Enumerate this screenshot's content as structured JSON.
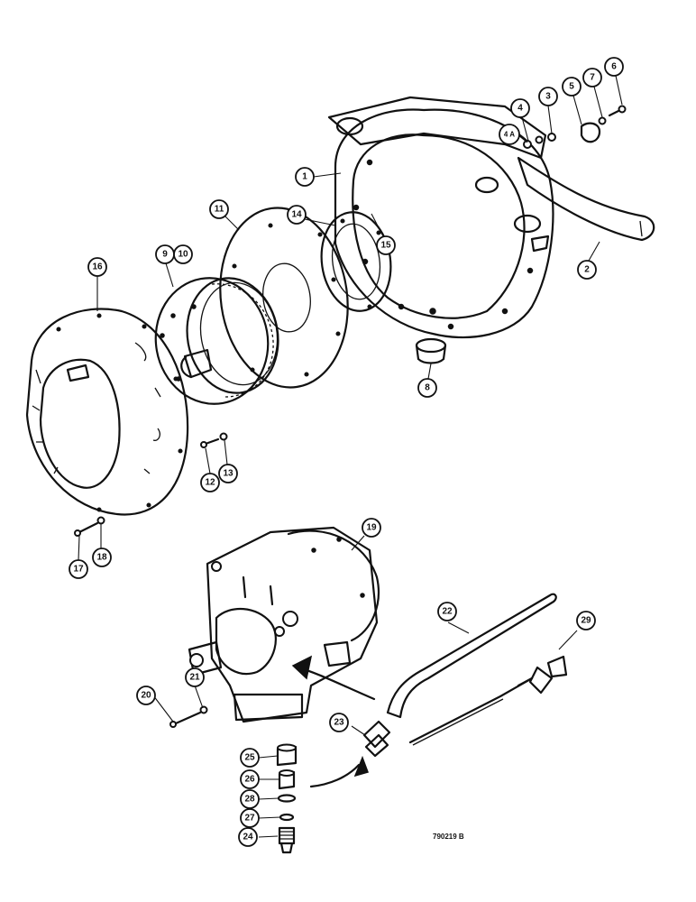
{
  "figure_number": "790219 B",
  "callouts": [
    {
      "id": "c1",
      "label": "1"
    },
    {
      "id": "c2",
      "label": "2"
    },
    {
      "id": "c3",
      "label": "3"
    },
    {
      "id": "c4",
      "label": "4"
    },
    {
      "id": "c4a",
      "label": "4 A"
    },
    {
      "id": "c5",
      "label": "5"
    },
    {
      "id": "c6",
      "label": "6"
    },
    {
      "id": "c7",
      "label": "7"
    },
    {
      "id": "c8",
      "label": "8"
    },
    {
      "id": "c9",
      "label": "9"
    },
    {
      "id": "c10",
      "label": "10"
    },
    {
      "id": "c11",
      "label": "11"
    },
    {
      "id": "c12",
      "label": "12"
    },
    {
      "id": "c13",
      "label": "13"
    },
    {
      "id": "c14",
      "label": "14"
    },
    {
      "id": "c15",
      "label": "15"
    },
    {
      "id": "c16",
      "label": "16"
    },
    {
      "id": "c17",
      "label": "17"
    },
    {
      "id": "c18",
      "label": "18"
    },
    {
      "id": "c19",
      "label": "19"
    },
    {
      "id": "c20",
      "label": "20"
    },
    {
      "id": "c21",
      "label": "21"
    },
    {
      "id": "c22",
      "label": "22"
    },
    {
      "id": "c23",
      "label": "23"
    },
    {
      "id": "c24",
      "label": "24"
    },
    {
      "id": "c25",
      "label": "25"
    },
    {
      "id": "c26",
      "label": "26"
    },
    {
      "id": "c27",
      "label": "27"
    },
    {
      "id": "c28",
      "label": "28"
    },
    {
      "id": "c29",
      "label": "29"
    }
  ]
}
